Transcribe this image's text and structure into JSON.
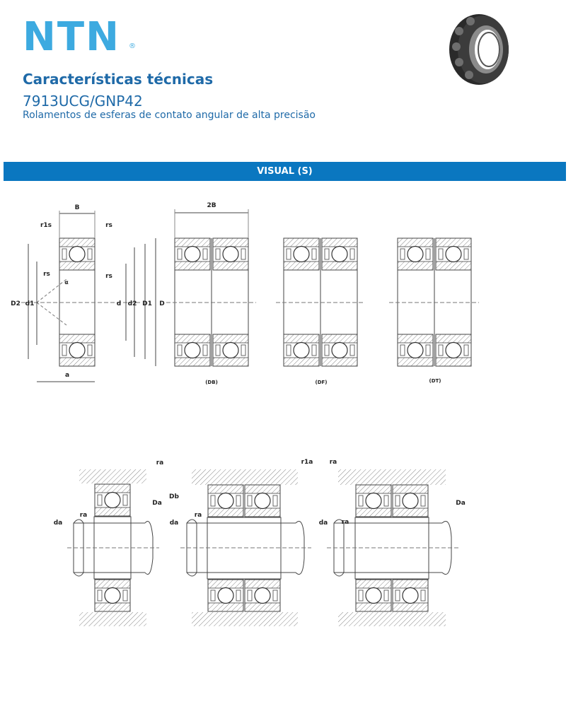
{
  "brand": {
    "logo_text": "NTN",
    "registered": "®"
  },
  "header": {
    "title": "Características técnicas",
    "model": "7913UCG/GNP42",
    "subtitle": "Rolamentos de esferas de contato angular de alta precisão"
  },
  "section": {
    "label": "VISUAL (S)"
  },
  "diagram_top": {
    "labels": {
      "B": "B",
      "2B": "2B",
      "r1s": "r1s",
      "rs_top": "rs",
      "rs_left": "rs",
      "rs_right": "rs",
      "alpha": "α",
      "D2": "D2",
      "d1": "d1",
      "d": "d",
      "d2": "d2",
      "D1": "D1",
      "D": "D",
      "a": "a"
    },
    "arrangements": [
      "(DB)",
      "(DF)",
      "(DT)"
    ]
  },
  "diagram_bottom": {
    "labels": {
      "ra_1": "ra",
      "Da_1": "Da",
      "da_1": "da",
      "ra_1b": "ra",
      "r1a": "r1a",
      "Db": "Db",
      "da_2": "da",
      "ra_2": "ra",
      "ra_3": "ra",
      "Da_3": "Da",
      "da_3": "da",
      "ra_3b": "ra"
    }
  }
}
